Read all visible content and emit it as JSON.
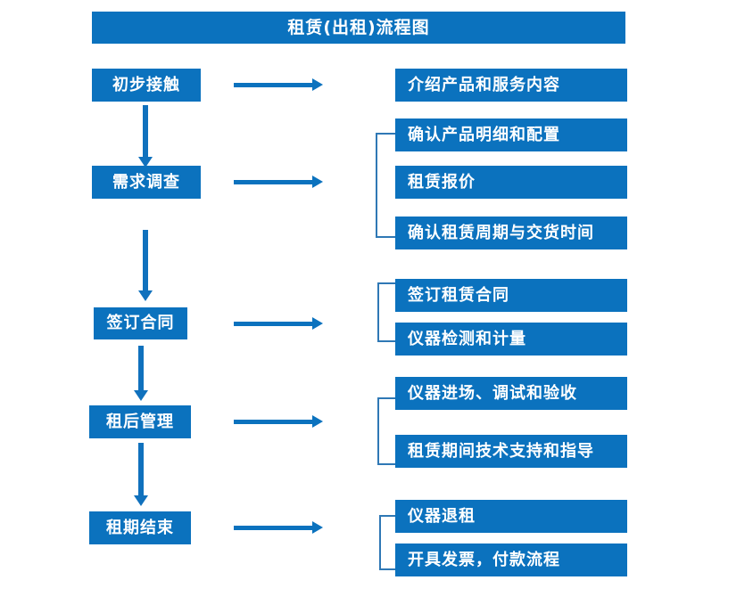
{
  "title": {
    "text": "租赁(出租)流程图"
  },
  "colors": {
    "box_fill": "#0b72be",
    "box_text": "#ffffff",
    "arrow": "#1071bd",
    "bracket": "#2f78b5",
    "background": "#ffffff"
  },
  "stages": [
    {
      "id": "stage-1",
      "label": "初步接触"
    },
    {
      "id": "stage-2",
      "label": "需求调查"
    },
    {
      "id": "stage-3",
      "label": "签订合同"
    },
    {
      "id": "stage-4",
      "label": "租后管理"
    },
    {
      "id": "stage-5",
      "label": "租期结束"
    }
  ],
  "details": {
    "group1": [
      {
        "label": "介绍产品和服务内容"
      }
    ],
    "group2": [
      {
        "label": "确认产品明细和配置"
      },
      {
        "label": "租赁报价"
      },
      {
        "label": "确认租赁周期与交货时间"
      }
    ],
    "group3": [
      {
        "label": "签订租赁合同"
      },
      {
        "label": "仪器检测和计量"
      }
    ],
    "group4": [
      {
        "label": "仪器进场、调试和验收"
      },
      {
        "label": "租赁期间技术支持和指导"
      }
    ],
    "group5": [
      {
        "label": "仪器退租"
      },
      {
        "label": "开具发票，付款流程"
      }
    ]
  },
  "connectors": {
    "right_arrows": 5,
    "down_arrows": 4,
    "brackets": 4
  }
}
